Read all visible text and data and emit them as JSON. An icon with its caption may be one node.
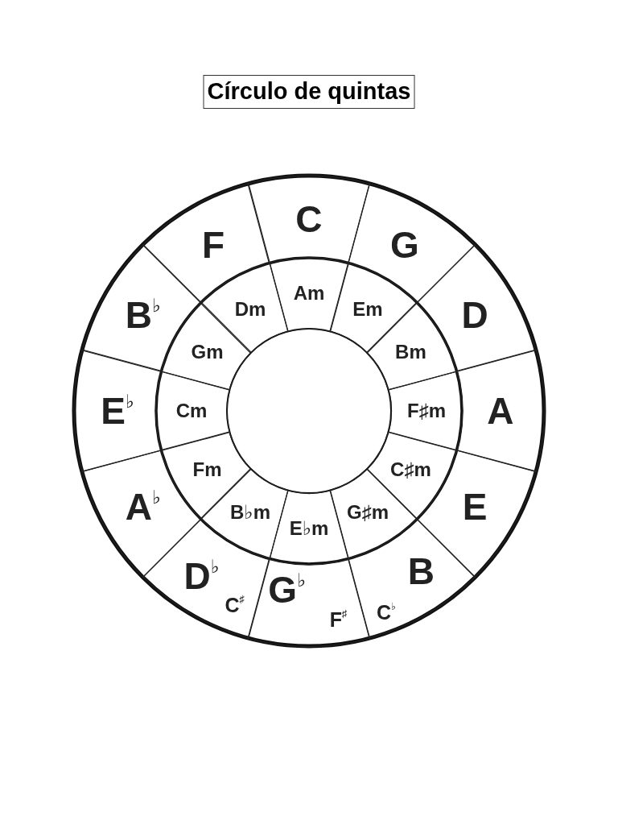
{
  "diagram": {
    "title": "Círculo de quintas",
    "nodes": [
      {
        "text": [
          "C"
        ]
      },
      {
        "text": [
          "G"
        ]
      },
      {
        "text": [
          "D"
        ]
      },
      {
        "text": [
          "A"
        ]
      },
      {
        "text": [
          "E"
        ]
      },
      {
        "text": [
          "B",
          "C$^{♭}$"
        ]
      },
      {
        "text": [
          "G$^{♭}$",
          "F$^{♯}$"
        ]
      },
      {
        "text": [
          "D$^{♭}$",
          "C$^{♯}$"
        ]
      },
      {
        "text": [
          "A$^{♭}$"
        ]
      },
      {
        "text": [
          "E$^{♭}$"
        ]
      },
      {
        "text": [
          "B$^{♭}$"
        ]
      },
      {
        "text": [
          "F"
        ]
      },
      {
        "text": [
          "Am"
        ]
      },
      {
        "text": [
          "Em"
        ]
      },
      {
        "text": [
          "Bm"
        ]
      },
      {
        "text": [
          "F♯m"
        ]
      },
      {
        "text": [
          "C♯m"
        ]
      },
      {
        "text": [
          "G♯m"
        ]
      },
      {
        "text": [
          "E♭m"
        ]
      },
      {
        "text": [
          "B♭m"
        ]
      },
      {
        "text": [
          "Fm"
        ]
      },
      {
        "text": [
          "Cm"
        ]
      },
      {
        "text": [
          "Gm"
        ]
      },
      {
        "text": [
          "Dm"
        ]
      }
    ]
  }
}
